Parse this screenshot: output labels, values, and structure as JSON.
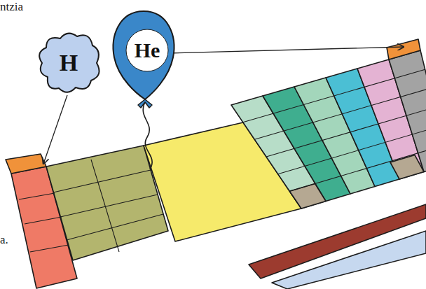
{
  "diagram": {
    "nodes": [
      {
        "text": [
          "H"
        ]
      },
      {
        "text": [
          "He"
        ]
      }
    ],
    "labels": [
      "ntzia",
      "a."
    ]
  }
}
